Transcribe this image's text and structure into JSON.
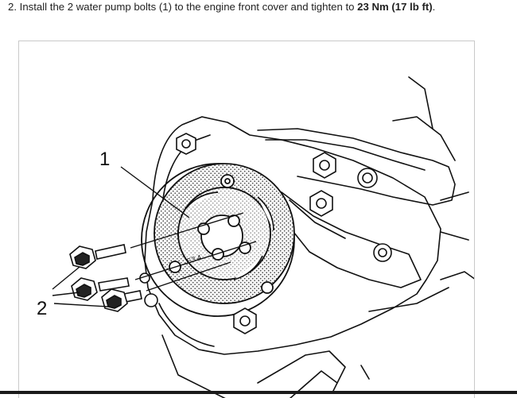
{
  "instruction": {
    "prefix": "2. Install the 2 water pump bolts (1) to the engine front cover and tighten to ",
    "torque": "23 Nm (17 lb ft)",
    "suffix": "."
  },
  "figure": {
    "callouts": [
      {
        "id": "1",
        "text": "1"
      },
      {
        "id": "2",
        "text": "2"
      }
    ],
    "pump_label": "E3 4"
  }
}
